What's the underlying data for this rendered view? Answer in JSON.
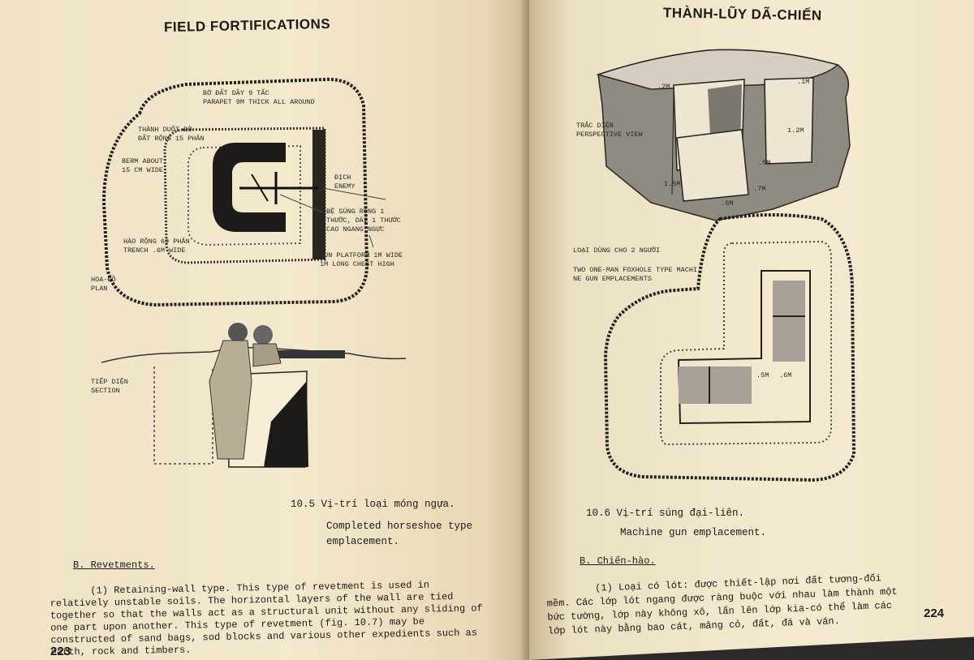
{
  "left_page": {
    "header": "FIELD FORTIFICATIONS",
    "labels": {
      "parapet": "BỜ ĐẤT DẦY 9 TẤC\nPARAPET 9M THICK ALL AROUND",
      "wall_slope": "THÀNH DUỐT BỜ\nĐẤT RỘNG 15 PHÂN",
      "berm": "BERM ABOUT\n15 CM WIDE",
      "enemy": "ĐỊCH\nENEMY",
      "gun_rest": "BỆ SÚNG RỘNG 1\nTHƯỚC, DÀI 1 THƯỚC\nCAO NGANG NGỰC",
      "trench": "HÀO RỘNG 60 PHÂN\nTRENCH .6M WIDE",
      "gun_platform": "GUN PLATFORM 1M WIDE\n1M LONG CHEST HIGH",
      "plan": "HOA-ĐỒ\nPLAN",
      "section": "TIẾP DIỆN\nSECTION"
    },
    "caption_vi": "10.5  Vị-trí loại móng ngựa.",
    "caption_en": "Completed horseshoe type\nemplacement.",
    "section_heading": "B.  Revetments.",
    "body": "(1) Retaining-wall type. This type of revetment is used in relatively unstable soils. The horizontal layers of the wall are tied together so that the walls act as a structural unit without any sliding of one part upon another. This type of revetment (fig. 10.7) may be constructed of sand bags, sod blocks and various other expedients such as earth, rock and timbers.",
    "page_number": "223"
  },
  "right_page": {
    "header": "THÀNH-LŨY DÃ-CHIẾN",
    "labels": {
      "perspective": "TRẮC DIỆN\nPERSPECTIVE VIEW",
      "two_man": "LOẠI DÙNG CHO 2 NGƯỜI",
      "foxhole": "TWO ONE-MAN FOXHOLE TYPE MACHI\nNE GUN EMPLACEMENTS"
    },
    "dims": {
      "d1": ".2M",
      "d2": ".1M",
      "d3": "1.2M",
      "d4": ".5M",
      "d5": "1.5M",
      "d6": ".7M",
      "d7": ".5M",
      "d8": ".5M",
      "d9": ".6M"
    },
    "caption_vi": "10.6  Vị-trí súng đại-liên.",
    "caption_en": "Machine gun emplacement.",
    "section_heading": "B.  Chiến-hào.",
    "body": "(1) Loại có lót: được thiết-lập nơi đất tương-đối mềm. Các lớp lót ngang được ràng buộc với nhau làm thành một bức tường, lớp này không xô, lấn lên lớp kia-có thể làm các lớp lót này bằng bao cát, mảng cỏ, đất, đá và ván.",
    "page_number": "224"
  }
}
